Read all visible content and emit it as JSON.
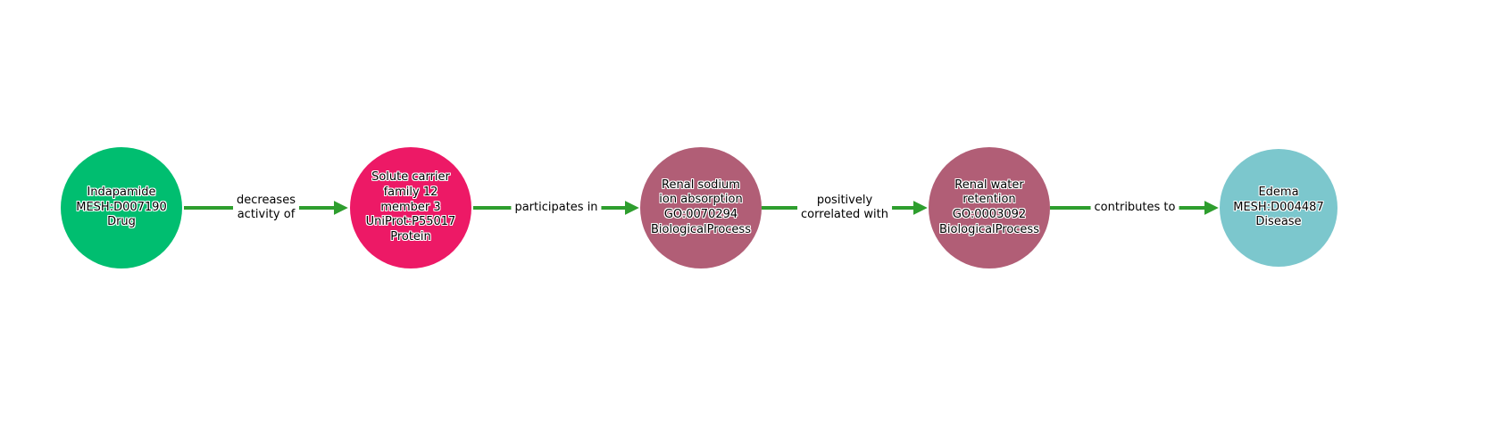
{
  "diagram": {
    "edge_color": "#2e9e2e",
    "nodes": [
      {
        "label": "Indapamide\nMESH:D007190\nDrug",
        "color": "#00be70"
      },
      {
        "label": "Solute carrier\nfamily 12\nmember 3\nUniProt:P55017\nProtein",
        "color": "#ed1966"
      },
      {
        "label": "Renal sodium\nion absorption\nGO:0070294\nBiologicalProcess",
        "color": "#b15e76"
      },
      {
        "label": "Renal water\nretention\nGO:0003092\nBiologicalProcess",
        "color": "#b15e76"
      },
      {
        "label": "Edema\nMESH:D004487\nDisease",
        "color": "#7cc7cd"
      }
    ],
    "edges": [
      {
        "from": 0,
        "to": 1,
        "label": "decreases\nactivity of"
      },
      {
        "from": 1,
        "to": 2,
        "label": "participates in"
      },
      {
        "from": 2,
        "to": 3,
        "label": "positively\ncorrelated with"
      },
      {
        "from": 3,
        "to": 4,
        "label": "contributes to"
      }
    ]
  }
}
